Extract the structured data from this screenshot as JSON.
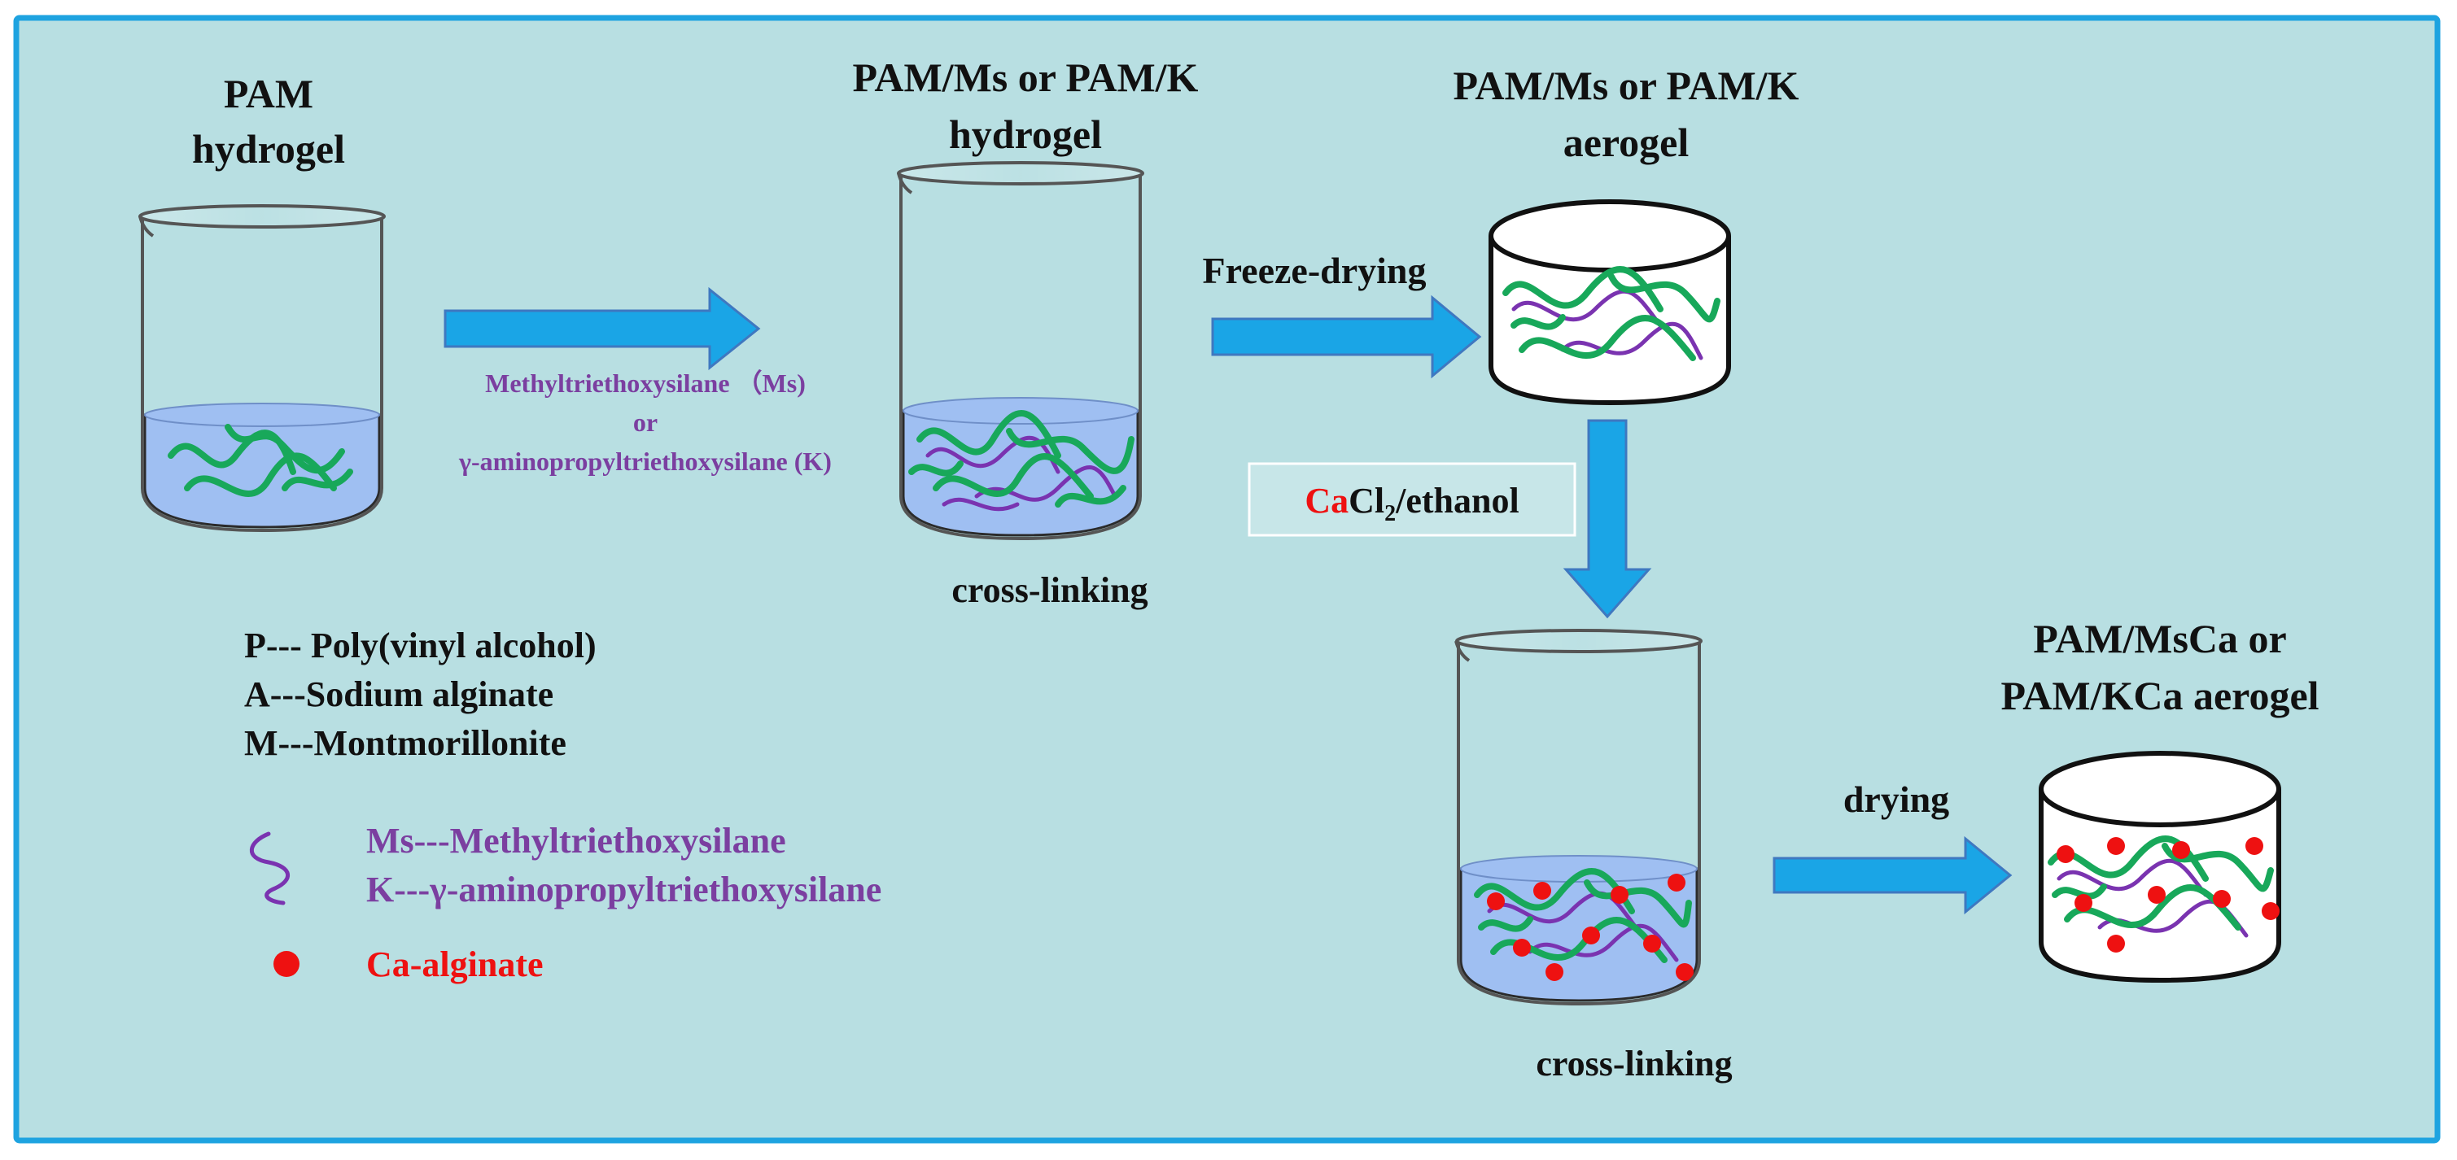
{
  "colors": {
    "background": "#b8dfe2",
    "frame": "#1ea3e0",
    "arrow": "#1aa5e6",
    "arrow_stroke": "#3f78c0",
    "liquid": "#9fbff2",
    "polymer_green": "#18a85a",
    "silane_purple": "#7a33b0",
    "calcium_red": "#ee1111",
    "text_dark": "#111111",
    "text_purple": "#7b3fa0",
    "text_red": "#ee1111"
  },
  "stages": {
    "pam_hydrogel": {
      "line1": "PAM",
      "line2": "hydrogel"
    },
    "pam_ms_k_hydrogel": {
      "line1": "PAM/Ms  or  PAM/K",
      "line2": "hydrogel",
      "caption": "cross-linking"
    },
    "pam_ms_k_aerogel": {
      "line1": "PAM/Ms or PAM/K",
      "line2": "aerogel"
    },
    "ca_crosslink": {
      "caption": "cross-linking"
    },
    "pam_msca_aerogel": {
      "line1": "PAM/MsCa or",
      "line2": "PAM/KCa aerogel"
    }
  },
  "steps": {
    "silane_addition": {
      "line1": "Methyltriethoxysilane （Ms)",
      "line2": "or",
      "line3": "γ-aminopropyltriethoxysilane (K)"
    },
    "freeze_drying": "Freeze-drying",
    "calcium_solution": {
      "ca": "Ca",
      "cl": "Cl",
      "subscript": "2",
      "rest": "/ethanol"
    },
    "drying": "drying"
  },
  "legend": {
    "abbreviations": [
      "P--- Poly(vinyl alcohol)",
      "A---Sodium alginate",
      "M---Montmorillonite"
    ],
    "silanes": [
      "Ms---Methyltriethoxysilane",
      "K---γ-aminopropyltriethoxysilane"
    ],
    "calcium": "Ca-alginate"
  }
}
